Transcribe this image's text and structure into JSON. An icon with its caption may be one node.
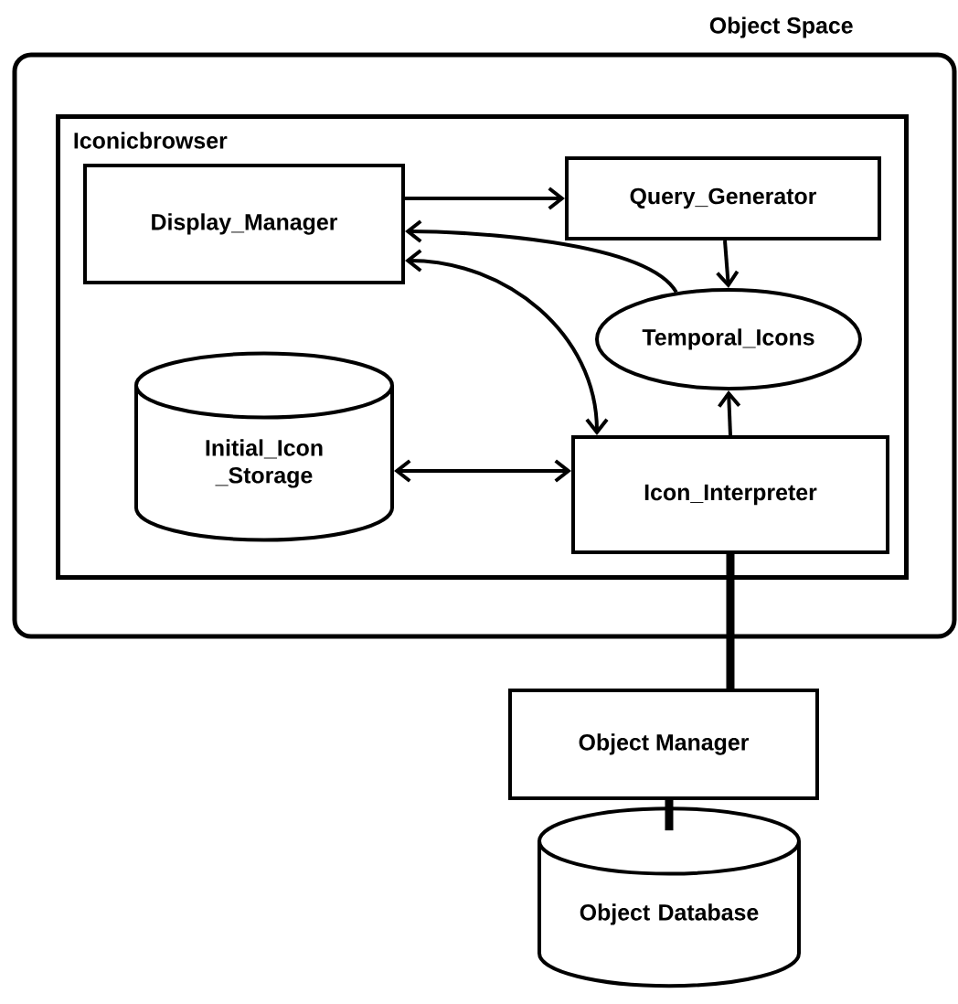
{
  "diagram": {
    "nodes": [
      {
        "text": [
          "Object Space"
        ]
      },
      {
        "text": [
          "Iconicbrowser"
        ],
        "in": 0
      },
      {
        "text": [
          "Display_Manager"
        ],
        "in": 1
      },
      {
        "text": [
          "Query_Generator"
        ],
        "in": 1
      },
      {
        "text": [
          "Temporal_Icons"
        ],
        "in": 1
      },
      {
        "text": [
          "Initial_Icon _Storage"
        ],
        "in": 1
      },
      {
        "text": [
          "Icon_Interpreter"
        ],
        "in": 1
      },
      {
        "text": [
          "Object Manager"
        ]
      },
      {
        "text": [
          "Object Database"
        ]
      }
    ],
    "edges": [
      {
        "from": 2,
        "to": 3,
        "arrow": "to"
      },
      {
        "from": 3,
        "to": 4,
        "arrow": "to"
      },
      {
        "from": 4,
        "to": 2,
        "arrow": "to"
      },
      {
        "from": 2,
        "to": 6,
        "arrow": "both"
      },
      {
        "from": 5,
        "to": 6,
        "arrow": "both"
      },
      {
        "from": 6,
        "to": 4,
        "arrow": "to"
      },
      {
        "from": 6,
        "to": 7,
        "arrow": "none",
        "style": "thick"
      },
      {
        "from": 7,
        "to": 8,
        "arrow": "none",
        "style": "thick"
      }
    ]
  }
}
